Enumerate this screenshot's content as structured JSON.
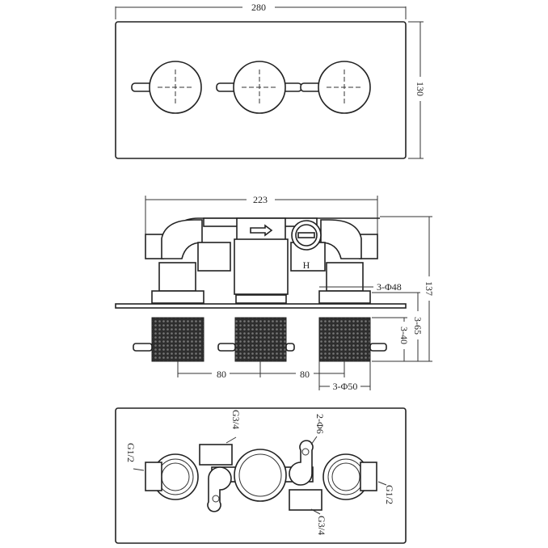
{
  "top_view": {
    "width_label": "280",
    "height_label": "130"
  },
  "side_view": {
    "width_label": "223",
    "height_label": "137",
    "body_diameter_label": "3-Φ48",
    "knob_depth_label": "3-65",
    "knob_length_label": "3-40",
    "spacing_left_label": "80",
    "spacing_right_label": "80",
    "knob_diameter_label": "3-Φ50",
    "hot_mark": "H"
  },
  "bottom_view": {
    "outlet_top_label": "G3/4",
    "mount_holes_label": "2-Φ6",
    "inlet_left_label": "G1/2",
    "inlet_right_label": "G1/2",
    "outlet_bottom_label": "G3/4"
  },
  "colors": {
    "line": "#222222",
    "knurl": "#3a3a3a"
  }
}
